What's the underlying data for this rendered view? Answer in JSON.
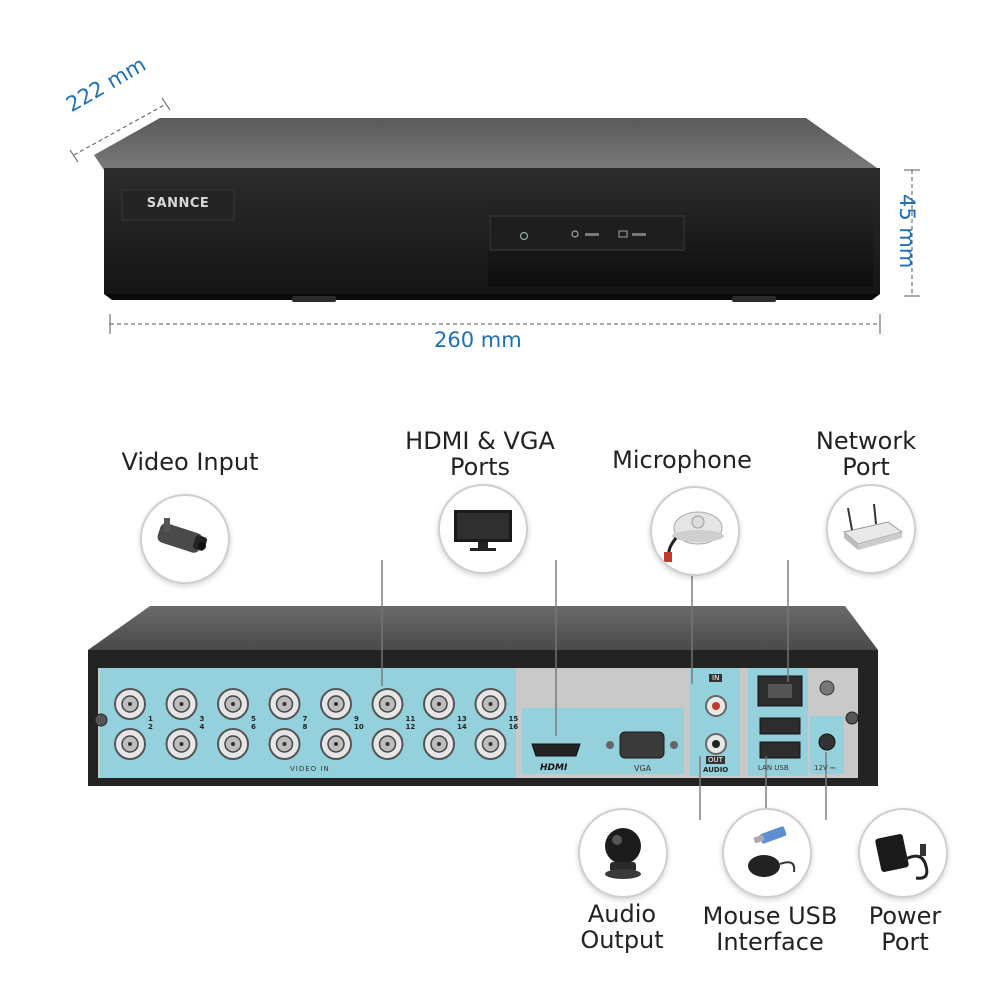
{
  "dimensions": {
    "depth": "222 mm",
    "height": "45 mm",
    "width": "260 mm"
  },
  "brand": {
    "logo_text": "SANNCE"
  },
  "rear_panel": {
    "channel_numbers": [
      "1",
      "2",
      "3",
      "4",
      "5",
      "6",
      "7",
      "8",
      "9",
      "10",
      "11",
      "12",
      "13",
      "14",
      "15",
      "16"
    ],
    "video_in": "VIDEO IN",
    "hdmi": "HDMI",
    "vga": "VGA",
    "audio_in": "IN",
    "audio_out": "OUT",
    "audio": "AUDIO",
    "lan_usb": "LAN USB",
    "power": "12V ⎓"
  },
  "callouts": {
    "video_input": {
      "line1": "Video Input"
    },
    "hdmi_vga": {
      "line1": "HDMI & VGA",
      "line2": "Ports"
    },
    "microphone": {
      "line1": "Microphone"
    },
    "network": {
      "line1": "Network",
      "line2": "Port"
    },
    "audio_output": {
      "line1": "Audio",
      "line2": "Output"
    },
    "mouse_usb": {
      "line1": "Mouse USB",
      "line2": "Interface"
    },
    "power": {
      "line1": "Power",
      "line2": "Port"
    }
  },
  "icons": [
    "camera-icon",
    "monitor-icon",
    "microphone-icon",
    "router-icon",
    "speaker-icon",
    "mouse-usb-icon",
    "power-adapter-icon"
  ]
}
